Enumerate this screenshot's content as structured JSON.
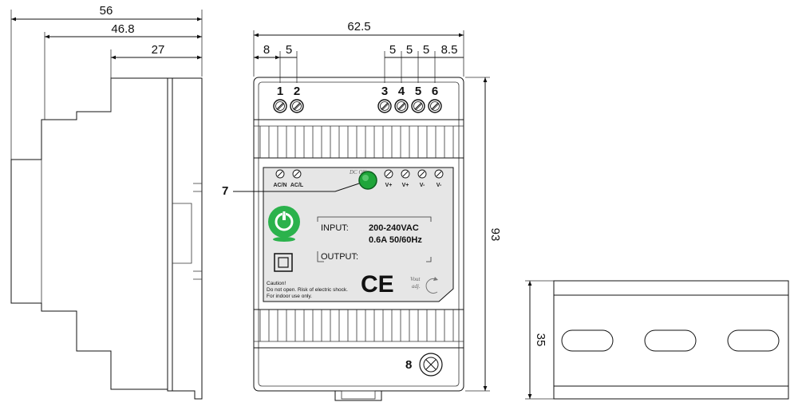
{
  "side_view": {
    "dimensions": {
      "overall": "56",
      "mid": "46.8",
      "depth": "27"
    }
  },
  "front_view": {
    "dimensions": {
      "width": "62.5",
      "height": "93",
      "top_left": [
        "8",
        "5"
      ],
      "top_right": [
        "5",
        "5",
        "5",
        "8.5"
      ]
    },
    "terminal_numbers": [
      "1",
      "2",
      "3",
      "4",
      "5",
      "6"
    ],
    "callouts": {
      "led": "7",
      "adjust_screw": "8"
    },
    "label_panel": {
      "terminal_labels": [
        "AC/N",
        "AC/L",
        "V+",
        "V+",
        "V-",
        "V-"
      ],
      "dc_ok": "DC OK",
      "input_label": "INPUT:",
      "input_voltage": "200-240VAC",
      "input_current": "0.6A  50/60Hz",
      "output_label": "OUTPUT:",
      "caution_lines": [
        "Caution!",
        "Do not open. Risk of electric shock.",
        "For indoor use only."
      ],
      "ce_mark": "CE",
      "vout_adj": [
        "Vout",
        "adj."
      ]
    },
    "colors": {
      "led": "#1fa53a",
      "logo": "#2bb24c",
      "panel": "#e6e6e6",
      "housing": "#ffffff"
    }
  },
  "rail_view": {
    "dimensions": {
      "height": "35"
    }
  }
}
